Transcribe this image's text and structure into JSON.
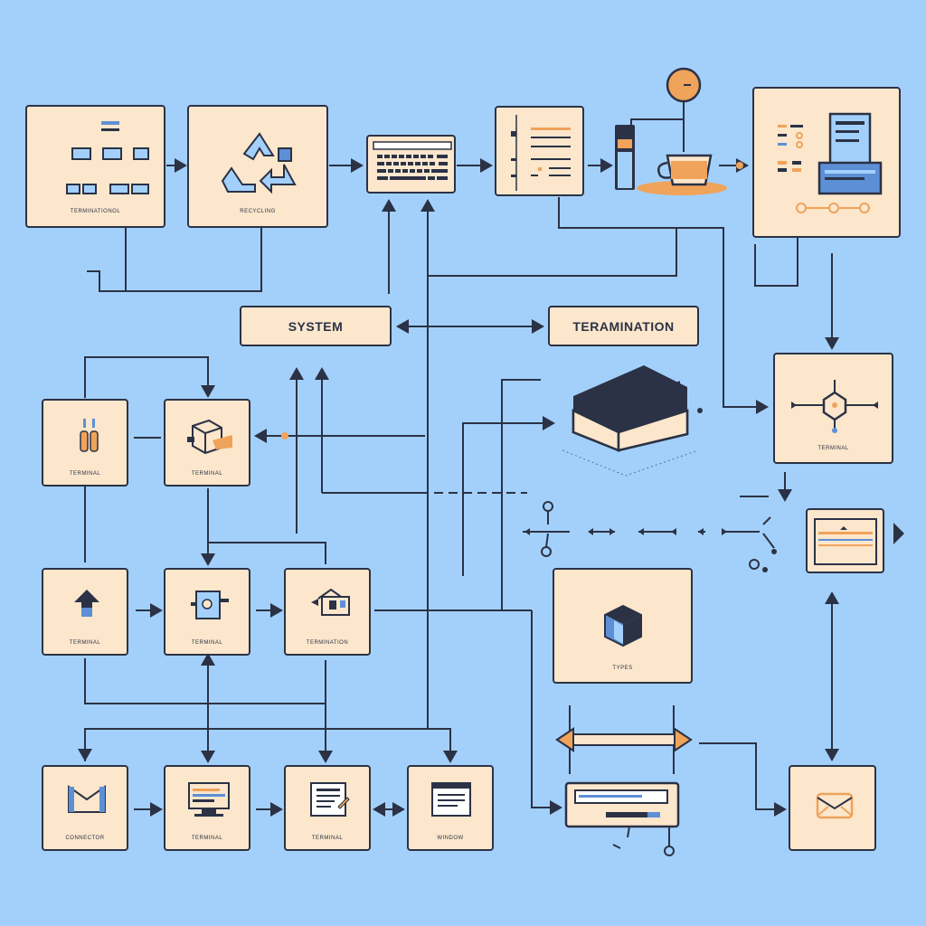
{
  "labels": {
    "system": "SYSTEM",
    "termination": "TERAMINATION"
  },
  "captions": {
    "top_a": "TERMINATIONOL",
    "top_b": "RECYCLING",
    "mid_a": "TERMINAL",
    "mid_b": "TERMINAL",
    "mid_hub": "TERMINAL",
    "row3_a": "TERMINAL",
    "row3_b": "TERMINAL",
    "row3_c": "TERMINATION",
    "cube": "TYPES",
    "bot_a": "CONNECTOR",
    "bot_b": "TERMINAL",
    "bot_c": "TERMINAL",
    "bot_d": "WINDOW"
  },
  "colors": {
    "background": "#a3d0fb",
    "node_fill": "#fce6cc",
    "stroke": "#2b3245",
    "accent_orange": "#f0a35a",
    "accent_blue": "#5d8fd6"
  },
  "icons": [
    "hierarchy-icon",
    "recycle-icon",
    "keyboard-icon",
    "checklist-icon",
    "battery-icon",
    "coffee-cup-icon",
    "clock-icon",
    "dashboard-icon",
    "network-node-icon",
    "test-tubes-icon",
    "box-icon",
    "server-device-icon",
    "up-arrow-icon",
    "document-icon",
    "house-icon",
    "cube-icon",
    "double-arrow-icon",
    "monitor-icon",
    "notepad-icon",
    "window-icon",
    "envelope-icon"
  ]
}
